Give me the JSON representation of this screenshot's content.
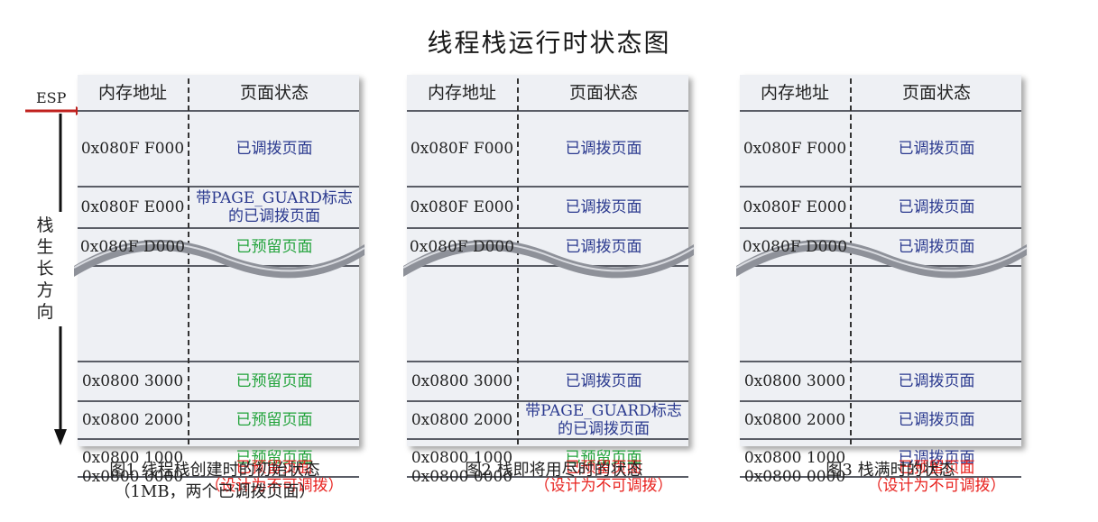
{
  "title": "线程栈运行时状态图",
  "esp_label": "ESP",
  "growth_label": [
    "栈",
    "生",
    "长",
    "方",
    "向"
  ],
  "headers": {
    "address": "内存地址",
    "state": "页面状态"
  },
  "colors": {
    "committed": "#2b3a8f",
    "reserved": "#22a33b",
    "reserved_bottom": "#e8231f"
  },
  "panels": [
    {
      "caption": [
        "图1 线程栈创建时的初始状态",
        "（1MB，两个已调拨页面）"
      ],
      "rows": [
        {
          "address": "0x080F F000",
          "state": [
            "已调拨页面"
          ],
          "color": "committed"
        },
        {
          "address": "0x080F E000",
          "state": [
            "带PAGE_GUARD标志",
            "的已调拨页面"
          ],
          "color": "committed"
        },
        {
          "address": "0x080F D000",
          "state": [
            "已预留页面"
          ],
          "color": "reserved"
        },
        {
          "address": "0x0800 3000",
          "state": [
            "已预留页面"
          ],
          "color": "reserved"
        },
        {
          "address": "0x0800 2000",
          "state": [
            "已预留页面"
          ],
          "color": "reserved"
        },
        {
          "address": "0x0800 1000",
          "state": [
            "已预留页面"
          ],
          "color": "reserved"
        },
        {
          "address": "0x0800 0000",
          "state": [
            "已预留页面",
            "（设计为不可调拨）"
          ],
          "color": "reserved_bottom"
        }
      ]
    },
    {
      "caption": [
        "图2 栈即将用尽时的状态"
      ],
      "rows": [
        {
          "address": "0x080F F000",
          "state": [
            "已调拨页面"
          ],
          "color": "committed"
        },
        {
          "address": "0x080F E000",
          "state": [
            "已调拨页面"
          ],
          "color": "committed"
        },
        {
          "address": "0x080F D000",
          "state": [
            "已调拨页面"
          ],
          "color": "committed"
        },
        {
          "address": "0x0800 3000",
          "state": [
            "已调拨页面"
          ],
          "color": "committed"
        },
        {
          "address": "0x0800 2000",
          "state": [
            "带PAGE_GUARD标志",
            "的已调拨页面"
          ],
          "color": "committed"
        },
        {
          "address": "0x0800 1000",
          "state": [
            "已预留页面"
          ],
          "color": "reserved"
        },
        {
          "address": "0x0800 0000",
          "state": [
            "已预留页面",
            "（设计为不可调拨）"
          ],
          "color": "reserved_bottom"
        }
      ]
    },
    {
      "caption": [
        "图3 栈满时的状态"
      ],
      "rows": [
        {
          "address": "0x080F F000",
          "state": [
            "已调拨页面"
          ],
          "color": "committed"
        },
        {
          "address": "0x080F E000",
          "state": [
            "已调拨页面"
          ],
          "color": "committed"
        },
        {
          "address": "0x080F D000",
          "state": [
            "已调拨页面"
          ],
          "color": "committed"
        },
        {
          "address": "0x0800 3000",
          "state": [
            "已调拨页面"
          ],
          "color": "committed"
        },
        {
          "address": "0x0800 2000",
          "state": [
            "已调拨页面"
          ],
          "color": "committed"
        },
        {
          "address": "0x0800 1000",
          "state": [
            "已调拨页面"
          ],
          "color": "committed"
        },
        {
          "address": "0x0800 0000",
          "state": [
            "已预留页面",
            "（设计为不可调拨）"
          ],
          "color": "reserved_bottom"
        }
      ]
    }
  ]
}
